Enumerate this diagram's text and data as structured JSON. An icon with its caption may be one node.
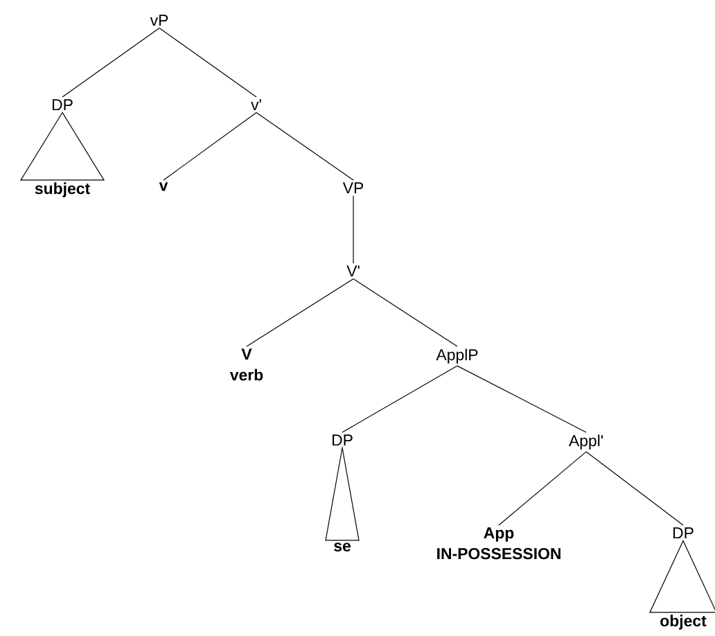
{
  "diagram": {
    "nodes": [
      {
        "text": [
          "vP"
        ]
      },
      {
        "text": [
          "DP"
        ]
      },
      {
        "text": [
          "subject"
        ]
      },
      {
        "text": [
          "v'"
        ]
      },
      {
        "text": [
          "v"
        ]
      },
      {
        "text": [
          "VP"
        ]
      },
      {
        "text": [
          "V'"
        ]
      },
      {
        "text": [
          "V",
          "verb"
        ]
      },
      {
        "text": [
          "ApplP"
        ]
      },
      {
        "text": [
          "DP"
        ]
      },
      {
        "text": [
          "se"
        ]
      },
      {
        "text": [
          "Appl'"
        ]
      },
      {
        "text": [
          "App",
          "IN-POSSESSION"
        ]
      },
      {
        "text": [
          "DP"
        ]
      },
      {
        "text": [
          "object"
        ]
      }
    ],
    "edges": [
      {
        "from": 0,
        "to": 1,
        "arrow": "none"
      },
      {
        "from": 0,
        "to": 3,
        "arrow": "none"
      },
      {
        "from": 1,
        "to": 2,
        "arrow": "none"
      },
      {
        "from": 3,
        "to": 4,
        "arrow": "none"
      },
      {
        "from": 3,
        "to": 5,
        "arrow": "none"
      },
      {
        "from": 5,
        "to": 6,
        "arrow": "none"
      },
      {
        "from": 6,
        "to": 7,
        "arrow": "none"
      },
      {
        "from": 6,
        "to": 8,
        "arrow": "none"
      },
      {
        "from": 8,
        "to": 9,
        "arrow": "none"
      },
      {
        "from": 8,
        "to": 11,
        "arrow": "none"
      },
      {
        "from": 9,
        "to": 10,
        "arrow": "none"
      },
      {
        "from": 11,
        "to": 12,
        "arrow": "none"
      },
      {
        "from": 11,
        "to": 13,
        "arrow": "none"
      },
      {
        "from": 13,
        "to": 14,
        "arrow": "none"
      }
    ]
  }
}
